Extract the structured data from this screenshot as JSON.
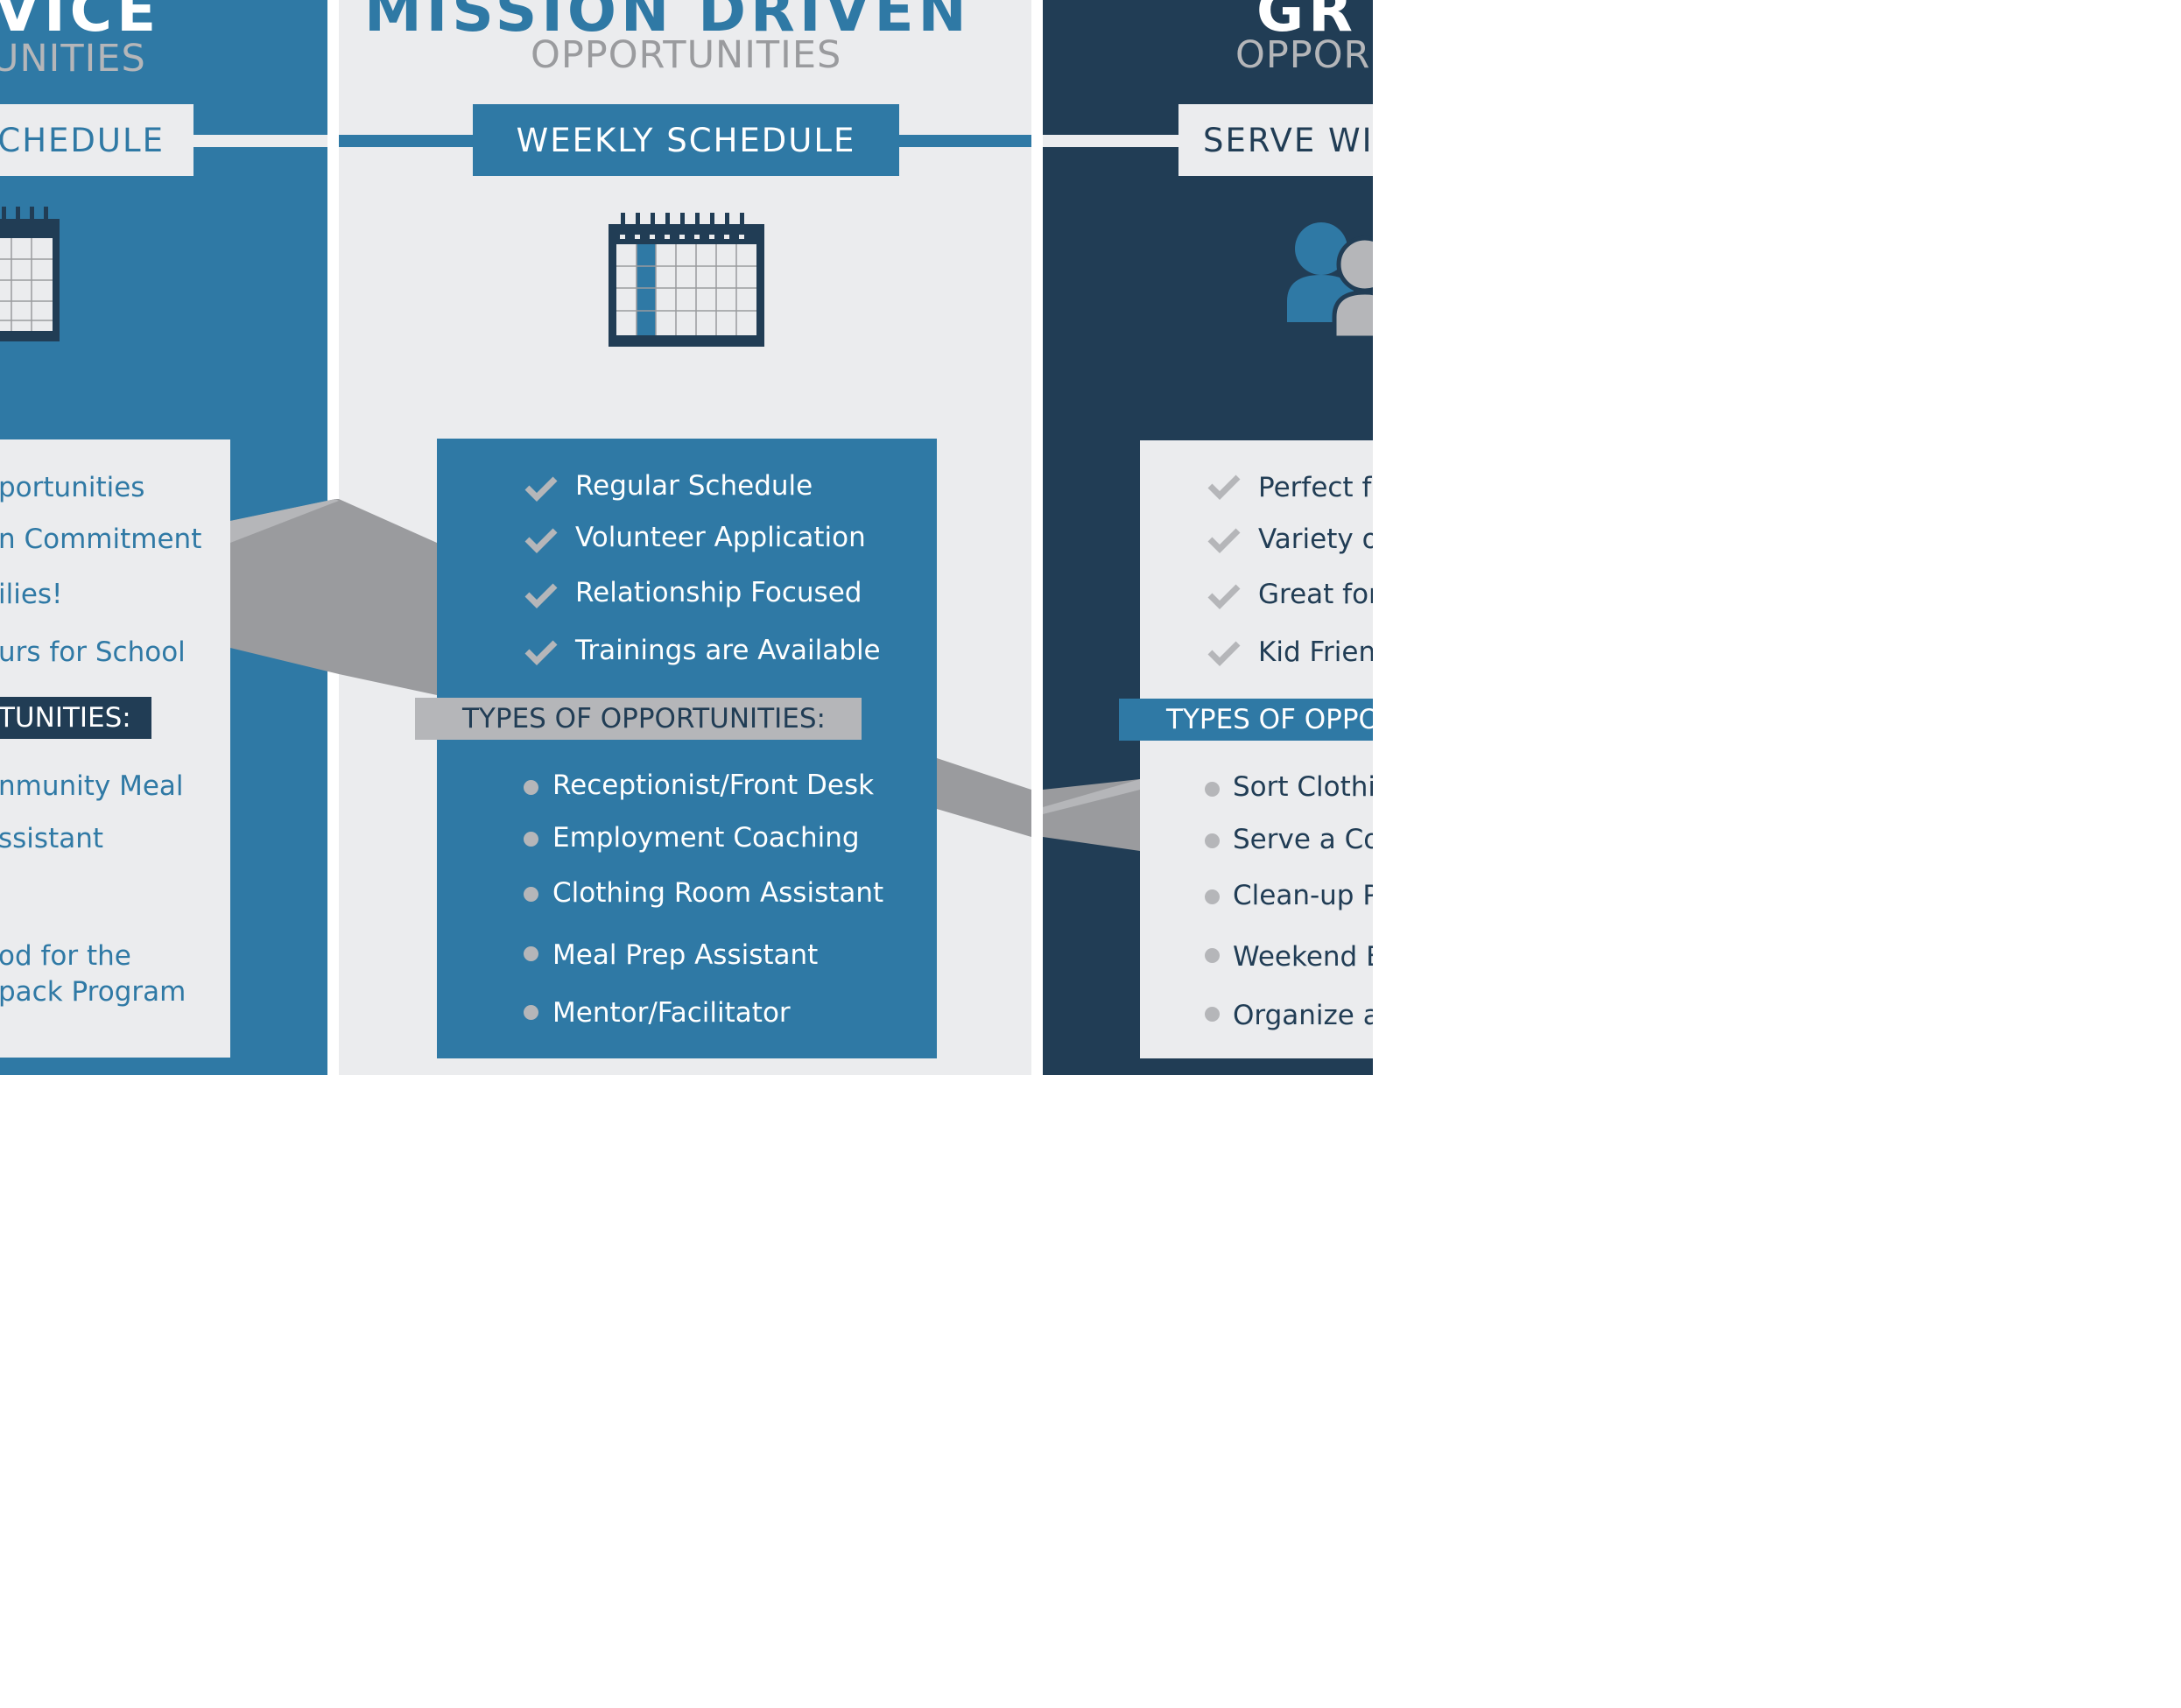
{
  "colors": {
    "medium_blue": "#2f79a5",
    "dark_navy": "#213d55",
    "light_gray": "#ebecee",
    "mid_gray": "#9a9b9e",
    "band_gray": "#b5b6b9",
    "white": "#ffffff"
  },
  "left_panel": {
    "title_fragment": "VICE",
    "subtitle_fragment": "UNITIES",
    "schedule_label": "CHEDULE",
    "icon": "calendar-icon",
    "features": [
      "portunities",
      "n Commitment",
      "ilies!",
      "urs for School"
    ],
    "types_heading": "TUNITIES:",
    "types": [
      "nmunity Meal",
      "ssistant",
      "od for the",
      "pack Program"
    ]
  },
  "middle_panel": {
    "title": "MISSION DRIVEN",
    "subtitle": "OPPORTUNITIES",
    "schedule_label": "WEEKLY SCHEDULE",
    "icon": "calendar-icon",
    "features": [
      "Regular Schedule",
      "Volunteer Application",
      "Relationship Focused",
      "Trainings are Available"
    ],
    "types_heading": "TYPES OF OPPORTUNITIES:",
    "types": [
      "Receptionist/Front Desk",
      "Employment Coaching",
      "Clothing Room Assistant",
      "Meal Prep Assistant",
      "Mentor/Facilitator"
    ]
  },
  "right_panel": {
    "title_fragment": "GR",
    "subtitle_fragment": "OPPOR",
    "schedule_label": "SERVE WI",
    "icon": "people-icon",
    "features": [
      "Perfect f",
      "Variety o",
      "Great for",
      "Kid Frien"
    ],
    "types_heading": "TYPES OF OPPO",
    "types": [
      "Sort Clothi",
      "Serve a Co",
      "Clean-up P",
      "Weekend E",
      "Organize a"
    ]
  }
}
